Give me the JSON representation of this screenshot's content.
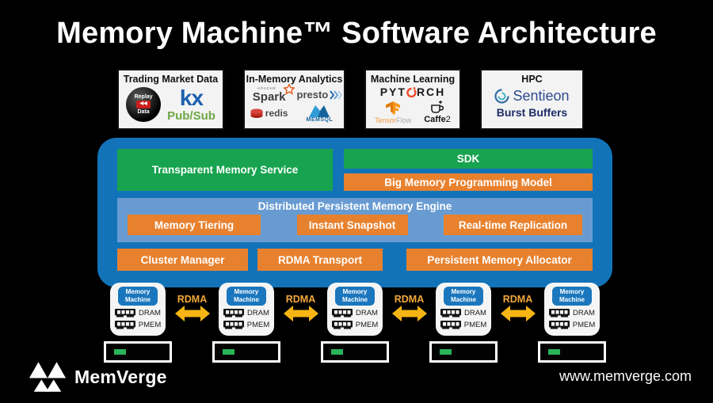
{
  "title": "Memory Machine™ Software Architecture",
  "top_cards": {
    "trading": {
      "title": "Trading Market Data",
      "replay_line1": "Replay",
      "replay_symbol": "◀◀",
      "replay_line2": "Data",
      "kx": "kx",
      "pubsub": "Pub/Sub"
    },
    "analytics": {
      "title": "In-Memory Analytics",
      "apache": "APACHE",
      "spark": "Spark",
      "presto": "presto",
      "redis": "redis",
      "memsql": "MEMSQL"
    },
    "ml": {
      "title": "Machine Learning",
      "pytorch_left": "PYT",
      "pytorch_right": "RCH",
      "tensor": "Tensor",
      "flow": "Flow",
      "caffe": "Caffe",
      "caffe_num": "2"
    },
    "hpc": {
      "title": "HPC",
      "sentieon": "Sentieon",
      "burst": "Burst Buffers"
    }
  },
  "platform": {
    "transparent_memory_service": "Transparent Memory Service",
    "sdk": "SDK",
    "big_memory_model": "Big Memory Programming Model",
    "engine_title": "Distributed Persistent Memory Engine",
    "engine_components": [
      "Memory Tiering",
      "Instant Snapshot",
      "Real-time Replication"
    ],
    "base_components": [
      "Cluster Manager",
      "RDMA Transport",
      "Persistent Memory Allocator"
    ]
  },
  "cluster": {
    "node_count": 5,
    "node_title_line1": "Memory",
    "node_title_line2": "Machine",
    "dram_label": "DRAM",
    "pmem_label": "PMEM",
    "rdma_label": "RDMA"
  },
  "footer": {
    "brand": "MemVerge",
    "website": "www.memverge.com"
  },
  "colors": {
    "background": "#000000",
    "platform_blue": "#1373b8",
    "engine_blue": "#689bd2",
    "green": "#17a34f",
    "orange": "#e8812e",
    "arrow_gold": "#f6b514",
    "rdma_text_gold": "#f3a93a",
    "node_badge_blue": "#1b77bd",
    "led_green": "#2ab45a",
    "kx_blue": "#1c5fae",
    "pubsub_green": "#6fa845"
  }
}
